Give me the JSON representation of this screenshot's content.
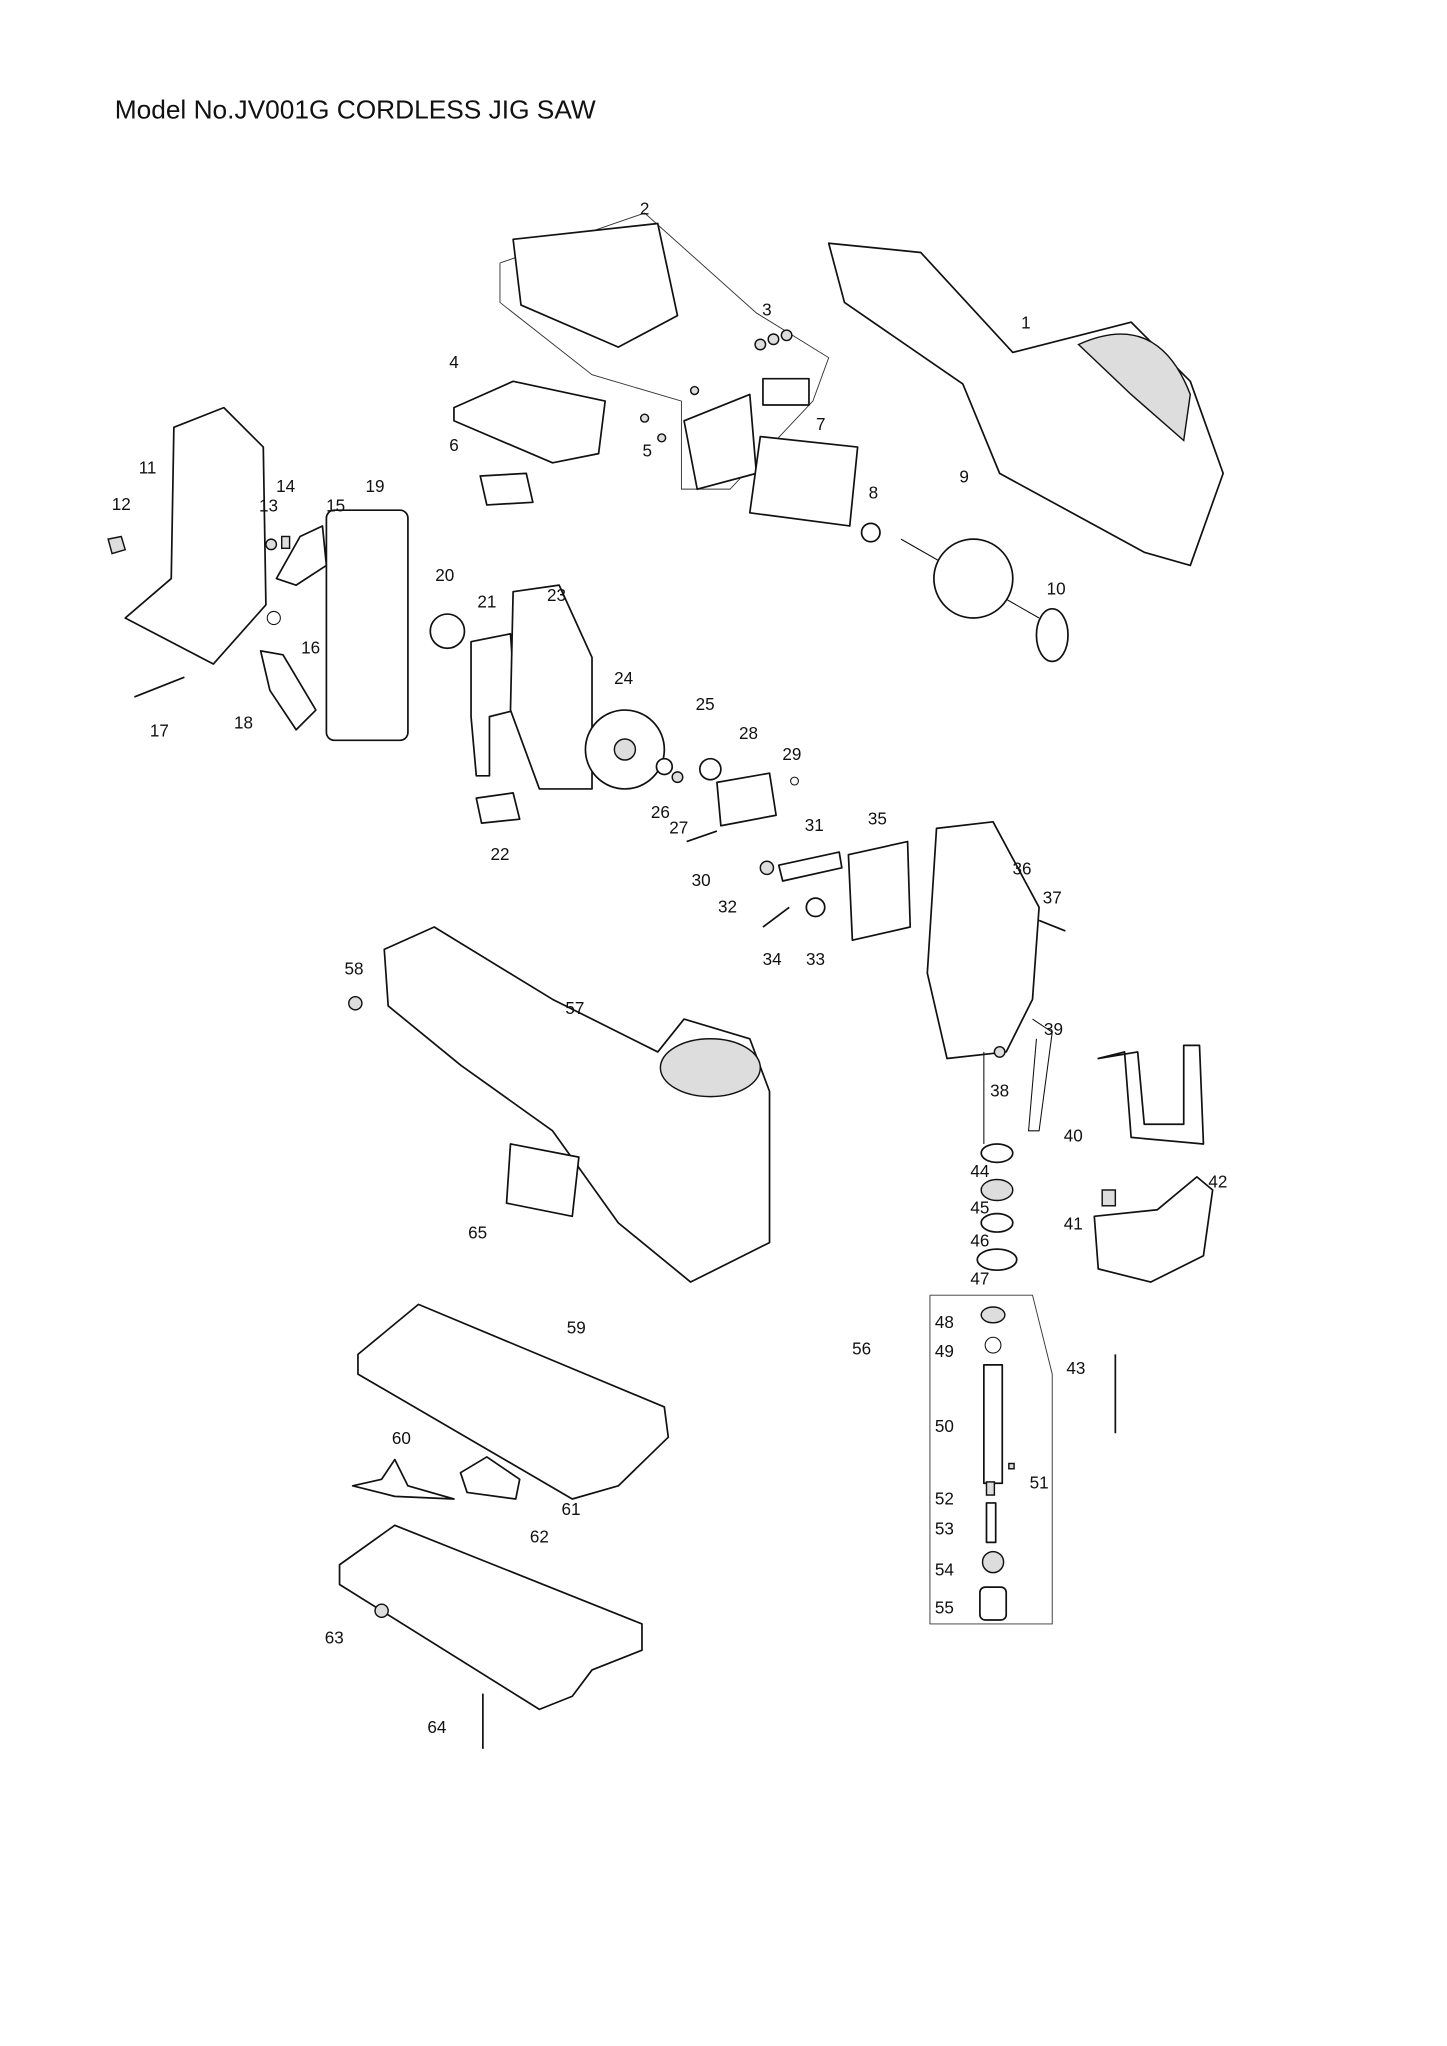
{
  "title": "Model No.JV001G CORDLESS JIG SAW",
  "parts": [
    "1",
    "2",
    "3",
    "4",
    "5",
    "6",
    "7",
    "8",
    "9",
    "10",
    "11",
    "12",
    "13",
    "14",
    "15",
    "16",
    "17",
    "18",
    "19",
    "20",
    "21",
    "22",
    "23",
    "24",
    "25",
    "26",
    "27",
    "28",
    "29",
    "30",
    "31",
    "32",
    "33",
    "34",
    "35",
    "36",
    "37",
    "38",
    "39",
    "40",
    "41",
    "42",
    "43",
    "44",
    "45",
    "46",
    "47",
    "48",
    "49",
    "50",
    "51",
    "52",
    "53",
    "54",
    "55",
    "56",
    "57",
    "58",
    "59",
    "60",
    "61",
    "62",
    "63",
    "64",
    "65"
  ]
}
